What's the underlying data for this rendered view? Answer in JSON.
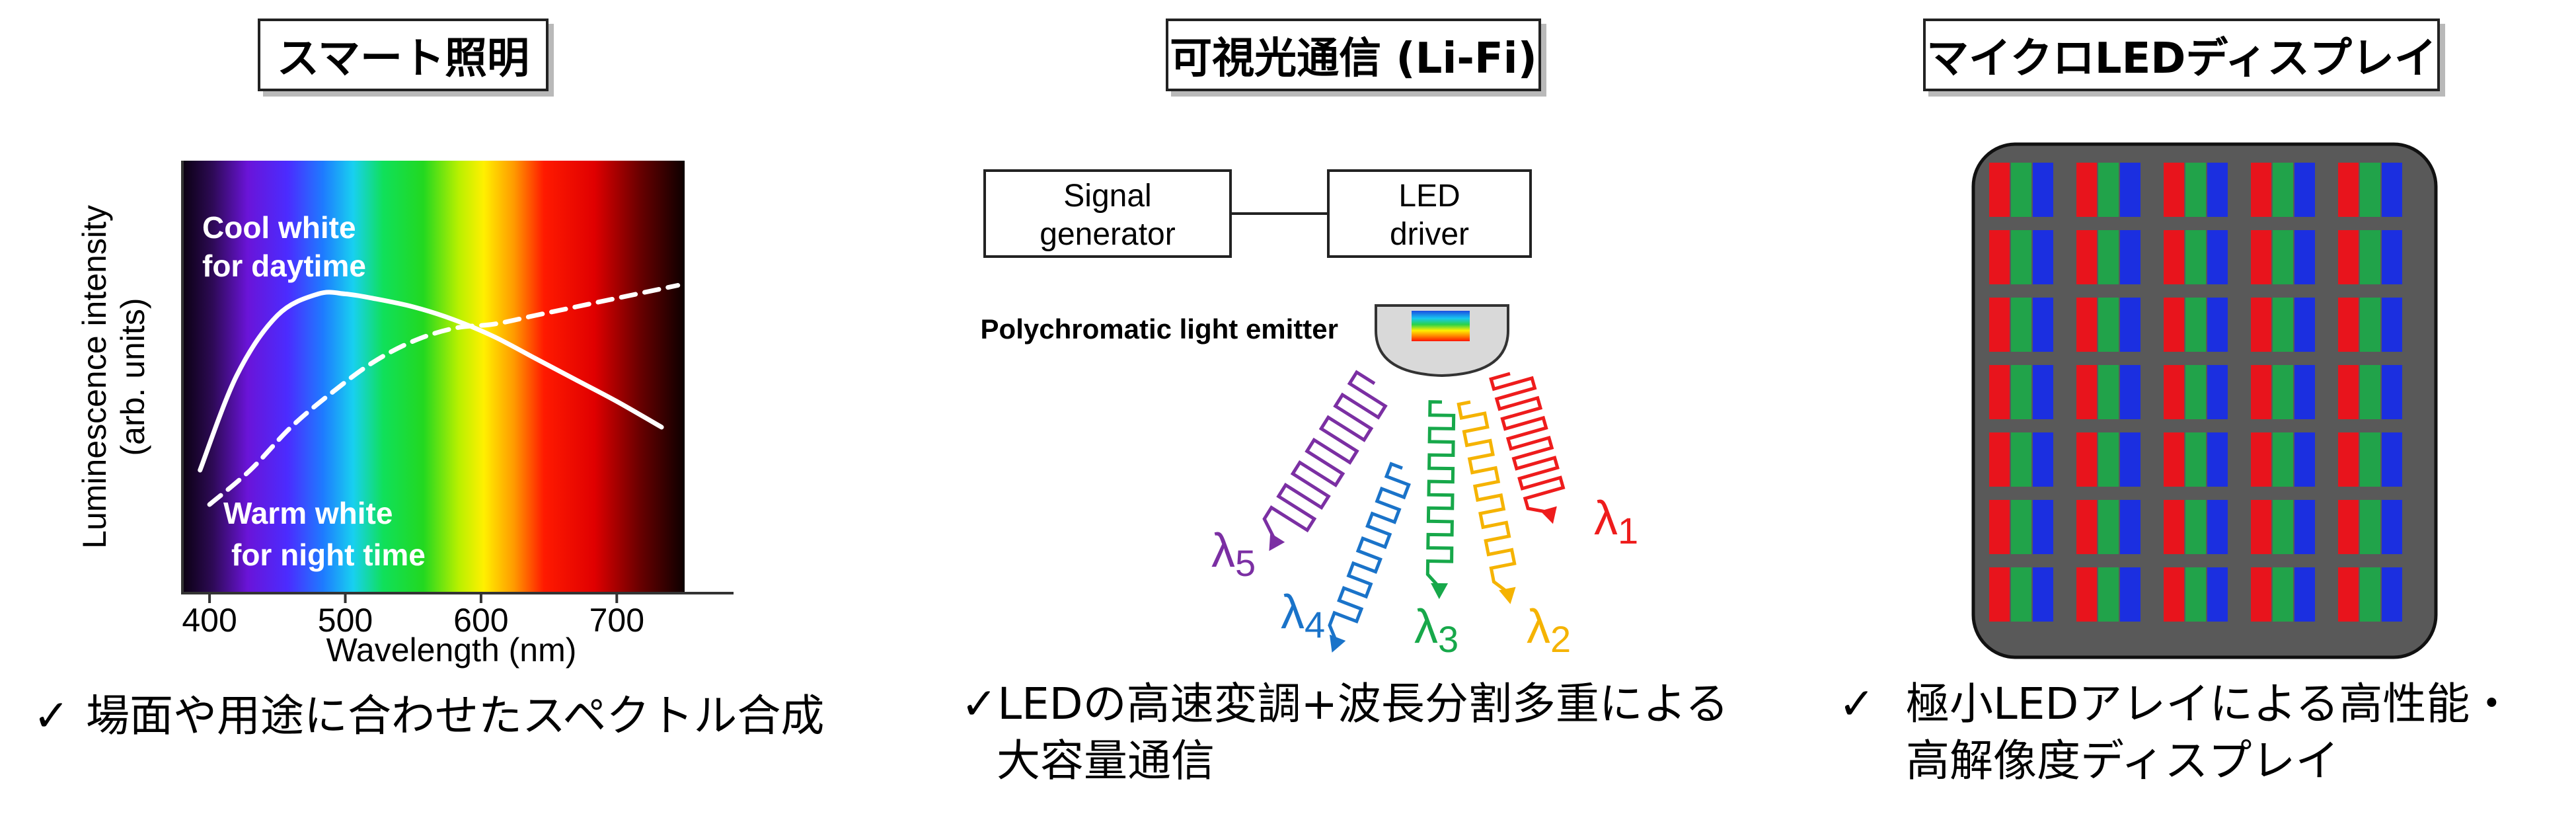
{
  "panels": {
    "smart_lighting": {
      "title": "スマート照明",
      "y_axis_label_line1": "Luminescence intensity",
      "y_axis_label_line2": "(arb. units)",
      "x_axis_label": "Wavelength (nm)",
      "x_ticks": [
        "400",
        "500",
        "600",
        "700"
      ],
      "cool_label_line1": "Cool white",
      "cool_label_line2": "for daytime",
      "warm_label_line1": "Warm white",
      "warm_label_line2": "for night time",
      "caption_check": "✓",
      "caption": "場面や用途に合わせたスペクトル合成"
    },
    "lifi": {
      "title": "可視光通信 (Li-Fi)",
      "signal_generator_line1": "Signal",
      "signal_generator_line2": "generator",
      "led_driver_line1": "LED",
      "led_driver_line2": "driver",
      "emitter_label": "Polychromatic light emitter",
      "wavelengths": [
        {
          "symbol": "λ",
          "sub": "1",
          "color": "#ee1c1c"
        },
        {
          "symbol": "λ",
          "sub": "2",
          "color": "#f5b300"
        },
        {
          "symbol": "λ",
          "sub": "3",
          "color": "#17a84a"
        },
        {
          "symbol": "λ",
          "sub": "4",
          "color": "#1a73c9"
        },
        {
          "symbol": "λ",
          "sub": "5",
          "color": "#7b2fa3"
        }
      ],
      "caption_check": "✓",
      "caption_line1": "LEDの高速変調+波長分割多重による",
      "caption_line2": "大容量通信"
    },
    "microled": {
      "title": "マイクロLEDディスプレイ",
      "subpixel_colors": [
        "#e8141c",
        "#21a34a",
        "#1b2fe0"
      ],
      "pixel_rows": 7,
      "pixel_cols": 5,
      "caption_check": "✓",
      "caption_line1": "極小LEDアレイによる高性能・",
      "caption_line2": "高解像度ディスプレイ"
    }
  },
  "chart_data": {
    "type": "line",
    "title": "",
    "xlabel": "Wavelength (nm)",
    "ylabel": "Luminescence intensity (arb. units)",
    "xlim": [
      380,
      750
    ],
    "ylim": [
      0,
      1
    ],
    "x_ticks": [
      400,
      500,
      600,
      700
    ],
    "background": "visible spectrum gradient",
    "series": [
      {
        "name": "Cool white for daytime",
        "style": "solid",
        "color": "#ffffff",
        "x": [
          393,
          420,
          450,
          480,
          500,
          520,
          550,
          580,
          610,
          640,
          670,
          700,
          733
        ],
        "y": [
          0.28,
          0.5,
          0.64,
          0.69,
          0.69,
          0.68,
          0.66,
          0.63,
          0.59,
          0.54,
          0.49,
          0.44,
          0.38
        ]
      },
      {
        "name": "Warm white for night time",
        "style": "dashed",
        "color": "#ffffff",
        "x": [
          400,
          430,
          460,
          490,
          520,
          550,
          580,
          610,
          640,
          670,
          700,
          745
        ],
        "y": [
          0.2,
          0.28,
          0.38,
          0.46,
          0.53,
          0.58,
          0.61,
          0.62,
          0.64,
          0.66,
          0.68,
          0.71
        ]
      }
    ]
  }
}
